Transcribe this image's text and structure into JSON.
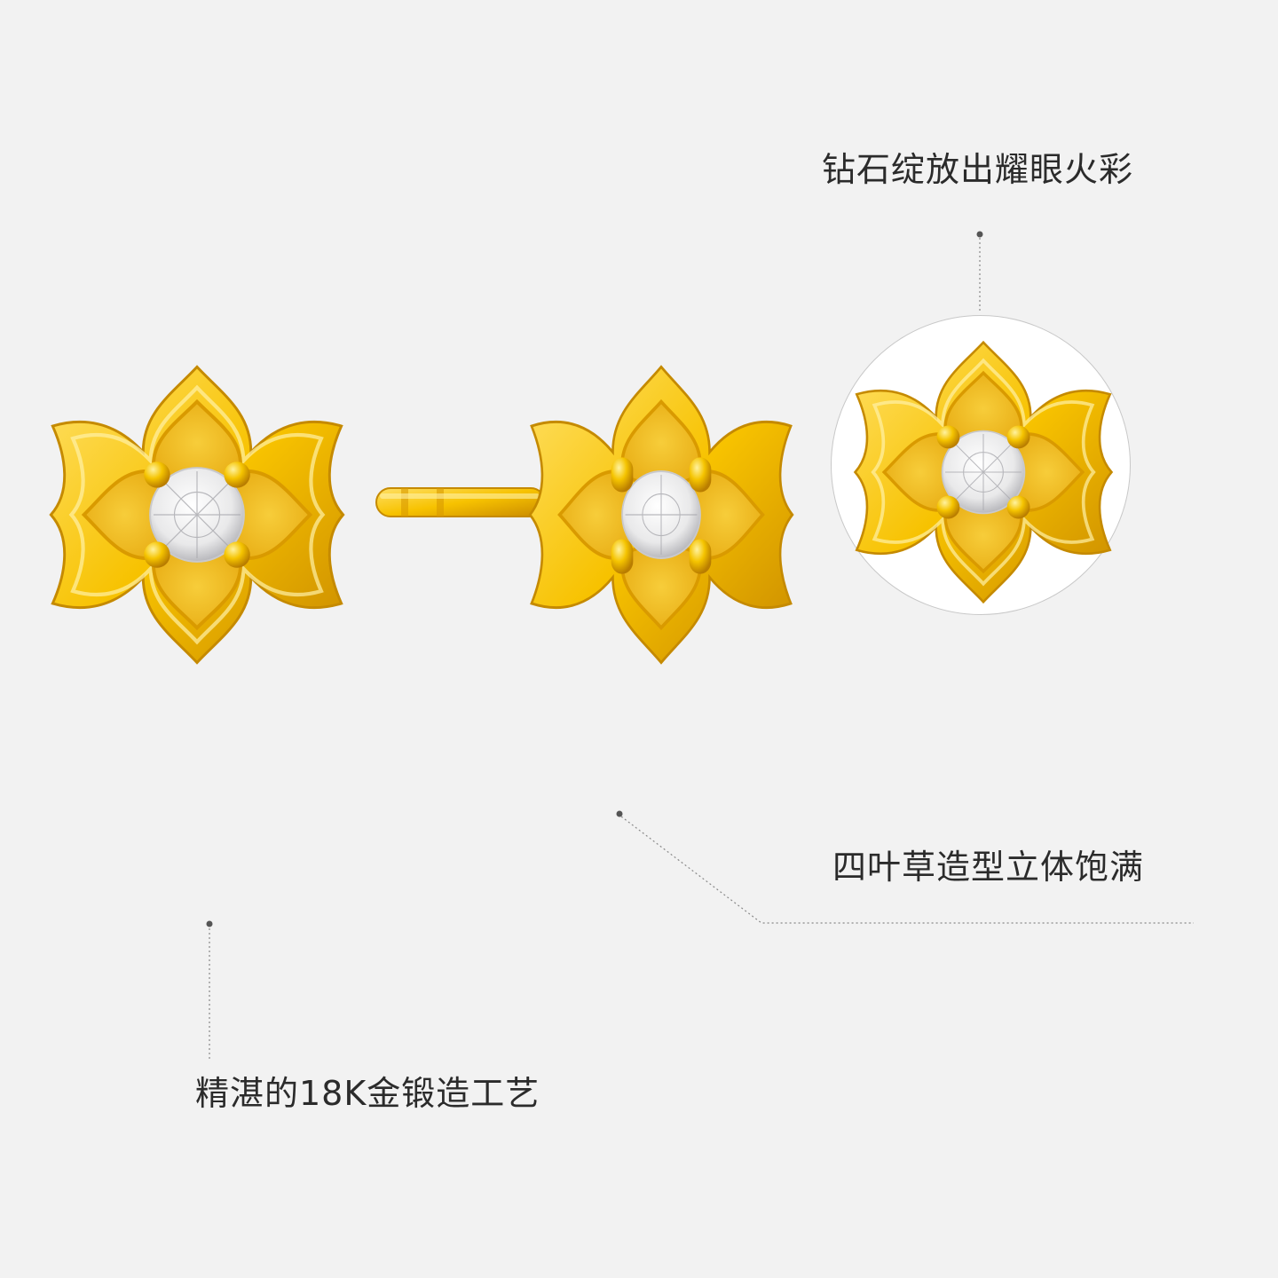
{
  "captions": {
    "diamond_fire": "钻石绽放出耀眼火彩",
    "clover_shape": "四叶草造型立体饱满",
    "gold_craft": "精湛的18K金锻造工艺"
  },
  "colors": {
    "background": "#f2f2f2",
    "gold": "#f5c400",
    "gold_dark": "#d99a00",
    "diamond": "#ffffff",
    "leader_line": "#888888"
  }
}
